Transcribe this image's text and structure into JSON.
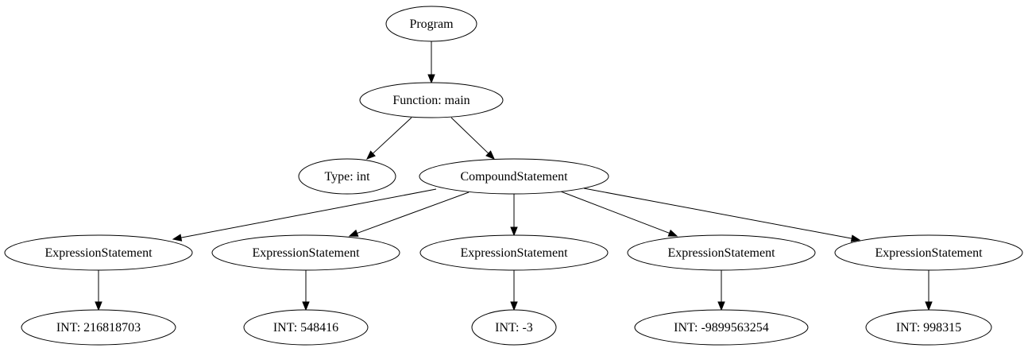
{
  "nodes": [
    {
      "id": "program",
      "label": "Program"
    },
    {
      "id": "function",
      "label": "Function: main"
    },
    {
      "id": "type",
      "label": "Type: int"
    },
    {
      "id": "compound",
      "label": "CompoundStatement"
    },
    {
      "id": "expr1",
      "label": "ExpressionStatement"
    },
    {
      "id": "expr2",
      "label": "ExpressionStatement"
    },
    {
      "id": "expr3",
      "label": "ExpressionStatement"
    },
    {
      "id": "expr4",
      "label": "ExpressionStatement"
    },
    {
      "id": "expr5",
      "label": "ExpressionStatement"
    },
    {
      "id": "int1",
      "label": "INT: 216818703"
    },
    {
      "id": "int2",
      "label": "INT: 548416"
    },
    {
      "id": "int3",
      "label": "INT: -3"
    },
    {
      "id": "int4",
      "label": "INT: -9899563254"
    },
    {
      "id": "int5",
      "label": "INT: 998315"
    }
  ],
  "edges": [
    [
      "program",
      "function"
    ],
    [
      "function",
      "type"
    ],
    [
      "function",
      "compound"
    ],
    [
      "compound",
      "expr1"
    ],
    [
      "compound",
      "expr2"
    ],
    [
      "compound",
      "expr3"
    ],
    [
      "compound",
      "expr4"
    ],
    [
      "compound",
      "expr5"
    ],
    [
      "expr1",
      "int1"
    ],
    [
      "expr2",
      "int2"
    ],
    [
      "expr3",
      "int3"
    ],
    [
      "expr4",
      "int4"
    ],
    [
      "expr5",
      "int5"
    ]
  ]
}
